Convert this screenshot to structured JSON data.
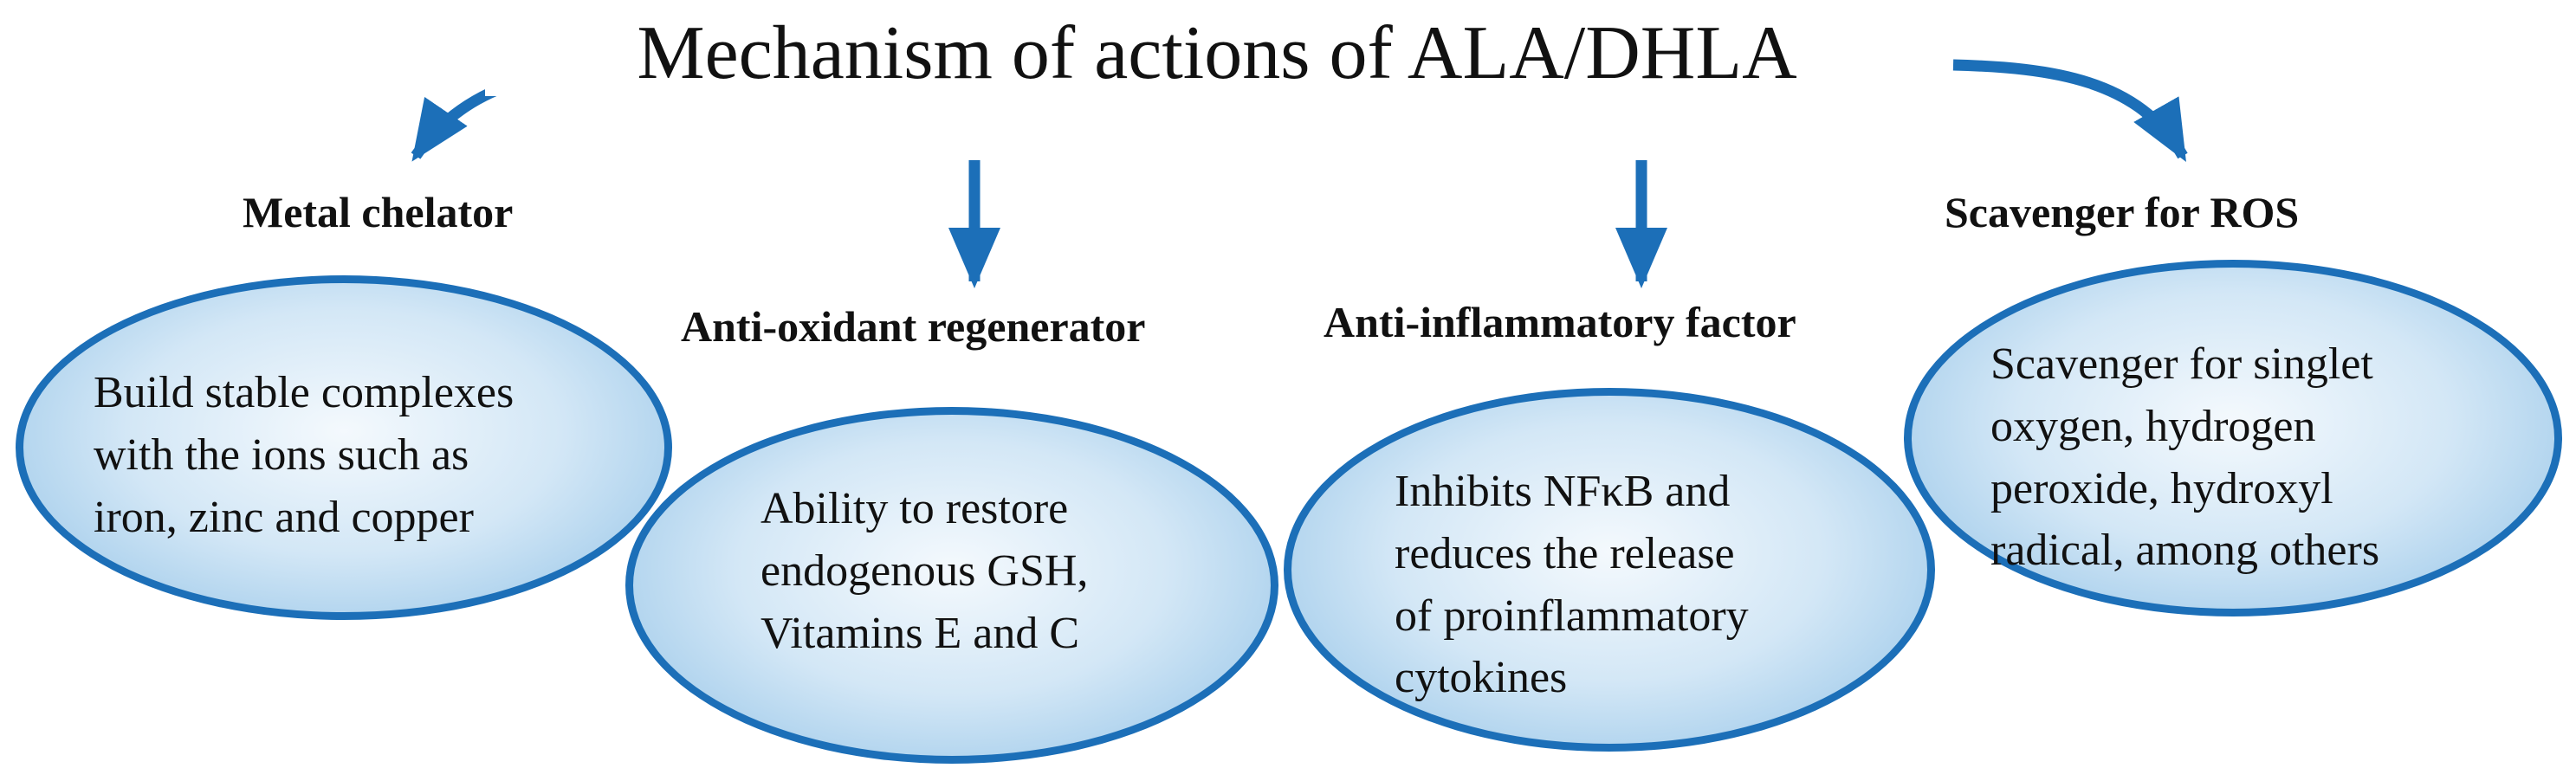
{
  "title": "Mechanism of actions of ALA/DHLA",
  "mechanisms": [
    {
      "heading": "Metal chelator",
      "lines": [
        "Build stable complexes",
        "with the ions such as",
        "iron, zinc and copper"
      ]
    },
    {
      "heading": "Anti-oxidant regenerator",
      "lines": [
        "Ability to restore",
        "endogenous GSH,",
        "Vitamins E and C"
      ]
    },
    {
      "heading": "Anti-inflammatory factor",
      "lines": [
        "Inhibits NFκB and",
        "reduces the release",
        "of proinflammatory",
        "cytokines"
      ]
    },
    {
      "heading": "Scavenger for ROS",
      "lines": [
        "Scavenger for singlet",
        "oxygen, hydrogen",
        "peroxide, hydroxyl",
        "radical, among others"
      ]
    }
  ],
  "colors": {
    "arrow": "#1c6fb8",
    "ellipse_border": "#1c6fb8",
    "ellipse_fill_light": "#f4f9fd",
    "ellipse_fill_dark": "#8fc1e6"
  }
}
